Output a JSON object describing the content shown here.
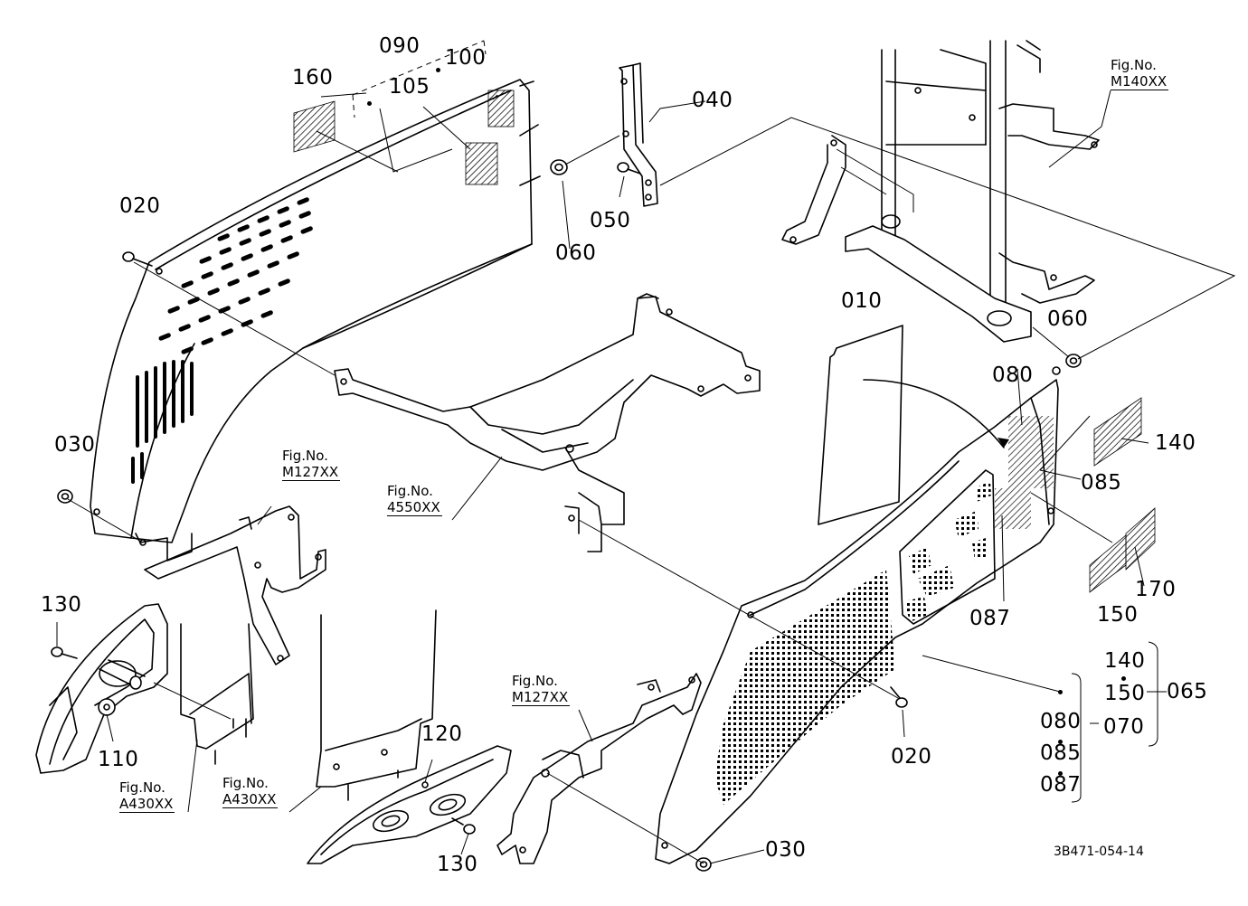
{
  "diagram": {
    "drawing_code": "3B471-054-14",
    "part_labels": [
      {
        "id": "010",
        "text": "010"
      },
      {
        "id": "020a",
        "text": "020"
      },
      {
        "id": "020b",
        "text": "020"
      },
      {
        "id": "030a",
        "text": "030"
      },
      {
        "id": "030b",
        "text": "030"
      },
      {
        "id": "040",
        "text": "040"
      },
      {
        "id": "050",
        "text": "050"
      },
      {
        "id": "060a",
        "text": "060"
      },
      {
        "id": "060b",
        "text": "060"
      },
      {
        "id": "065",
        "text": "065"
      },
      {
        "id": "070",
        "text": "070"
      },
      {
        "id": "080a",
        "text": "080"
      },
      {
        "id": "080b",
        "text": "080"
      },
      {
        "id": "085a",
        "text": "085"
      },
      {
        "id": "085b",
        "text": "085"
      },
      {
        "id": "087a",
        "text": "087"
      },
      {
        "id": "087b",
        "text": "087"
      },
      {
        "id": "090",
        "text": "090"
      },
      {
        "id": "100",
        "text": "100"
      },
      {
        "id": "105",
        "text": "105"
      },
      {
        "id": "110",
        "text": "110"
      },
      {
        "id": "120",
        "text": "120"
      },
      {
        "id": "130a",
        "text": "130"
      },
      {
        "id": "130b",
        "text": "130"
      },
      {
        "id": "140a",
        "text": "140"
      },
      {
        "id": "140b",
        "text": "140"
      },
      {
        "id": "150a",
        "text": "150"
      },
      {
        "id": "150b",
        "text": "150"
      },
      {
        "id": "160",
        "text": "160"
      },
      {
        "id": "170",
        "text": "170"
      }
    ],
    "figure_refs": [
      {
        "id": "m140",
        "prefix": "Fig.No.",
        "number": "M140XX"
      },
      {
        "id": "m127a",
        "prefix": "Fig.No.",
        "number": "M127XX"
      },
      {
        "id": "f4550",
        "prefix": "Fig.No.",
        "number": "4550XX"
      },
      {
        "id": "m127b",
        "prefix": "Fig.No.",
        "number": "M127XX"
      },
      {
        "id": "a430a",
        "prefix": "Fig.No.",
        "number": "A430XX"
      },
      {
        "id": "a430b",
        "prefix": "Fig.No.",
        "number": "A430XX"
      }
    ]
  }
}
